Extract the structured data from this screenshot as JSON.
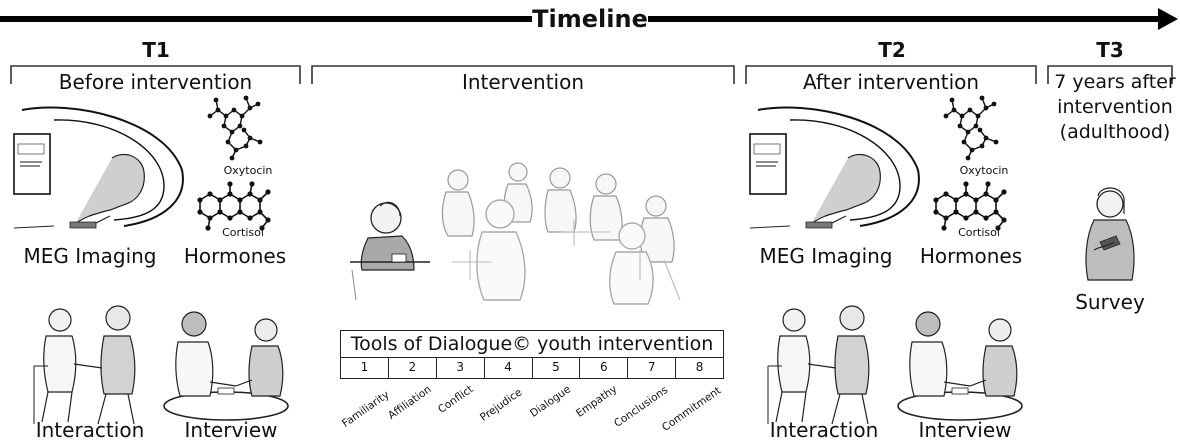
{
  "timeline": {
    "title": "Timeline"
  },
  "phases": {
    "t1": {
      "label": "T1",
      "title": "Before intervention"
    },
    "intervention": {
      "title": "Intervention"
    },
    "t2": {
      "label": "T2",
      "title": "After intervention"
    },
    "t3": {
      "label": "T3",
      "title": "7 years after intervention (adulthood)"
    }
  },
  "t1_items": {
    "meg": "MEG Imaging",
    "hormones": "Hormones",
    "oxytocin": "Oxytocin",
    "cortisol": "Cortisol",
    "interaction": "Interaction",
    "interview": "Interview"
  },
  "t2_items": {
    "meg": "MEG Imaging",
    "hormones": "Hormones",
    "oxytocin": "Oxytocin",
    "cortisol": "Cortisol",
    "interaction": "Interaction",
    "interview": "Interview"
  },
  "t3_items": {
    "survey": "Survey"
  },
  "tools": {
    "title": "Tools of Dialogue© youth intervention",
    "stages": [
      {
        "num": "1",
        "name": "Familiarity"
      },
      {
        "num": "2",
        "name": "Affiliation"
      },
      {
        "num": "3",
        "name": "Conflict"
      },
      {
        "num": "4",
        "name": "Prejudice"
      },
      {
        "num": "5",
        "name": "Dialogue"
      },
      {
        "num": "6",
        "name": "Empathy"
      },
      {
        "num": "7",
        "name": "Conclusions"
      },
      {
        "num": "8",
        "name": "Commitment"
      }
    ]
  }
}
